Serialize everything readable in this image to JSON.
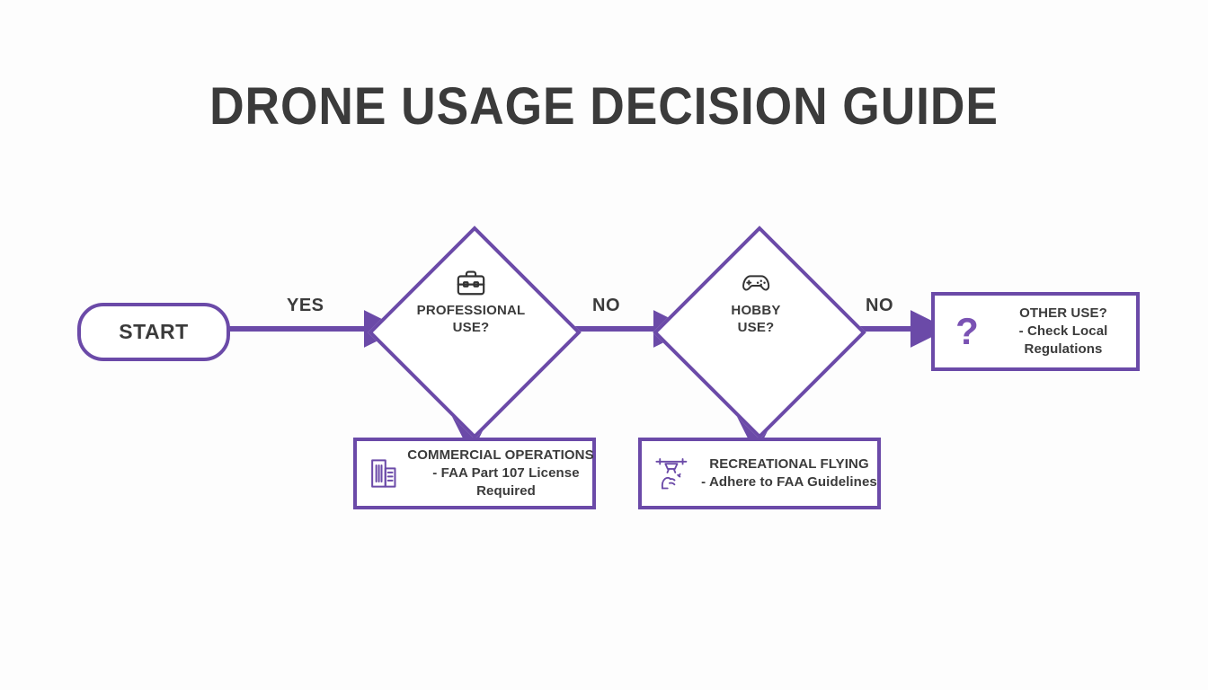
{
  "page": {
    "title": "DRONE USAGE DECISION GUIDE",
    "background_color": "#fdfdfd",
    "accent_color": "#6b4aa8",
    "text_color": "#3b3b3b"
  },
  "nodes": {
    "start": {
      "label": "START",
      "shape": "stadium"
    },
    "professional": {
      "label_line1": "PROFESSIONAL",
      "label_line2": "USE?",
      "icon": "briefcase-icon",
      "shape": "diamond"
    },
    "hobby": {
      "label_line1": "HOBBY",
      "label_line2": "USE?",
      "icon": "gamepad-icon",
      "shape": "diamond"
    }
  },
  "outcomes": {
    "commercial": {
      "line1": "COMMERCIAL OPERATIONS",
      "line2": "- FAA Part 107 License",
      "line3": "Required",
      "icon": "buildings-icon",
      "shape": "rectangle"
    },
    "recreational": {
      "line1": "RECREATIONAL FLYING",
      "line2": "- Adhere to FAA Guidelines",
      "line3": "",
      "icon": "drone-icon",
      "shape": "rectangle"
    },
    "other": {
      "line1": "OTHER USE?",
      "line2": "- Check Local",
      "line3": "Regulations",
      "icon": "question-mark-icon",
      "icon_glyph": "?",
      "shape": "rectangle"
    }
  },
  "edges": {
    "start_to_professional": "YES",
    "professional_to_hobby": "NO",
    "hobby_to_other": "NO",
    "professional_to_commercial": "",
    "hobby_to_recreational": ""
  }
}
